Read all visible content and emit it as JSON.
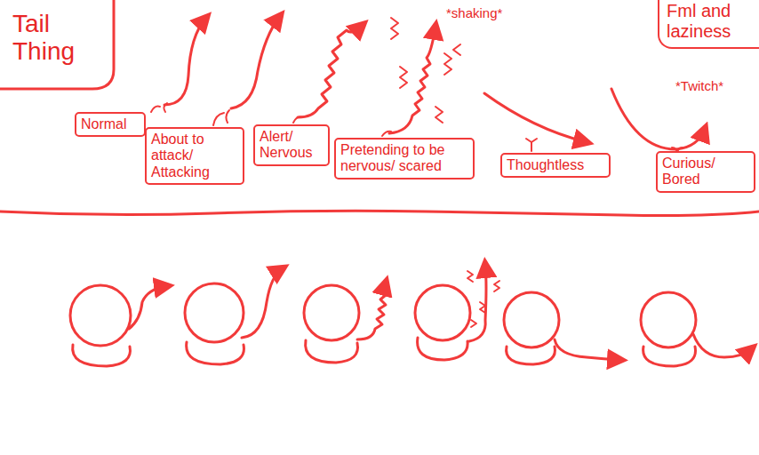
{
  "diagram": {
    "title": "Tail Thing",
    "nodes": [
      {
        "text": [
          "Fml and laziness"
        ]
      },
      {
        "text": [
          "Normal"
        ]
      },
      {
        "text": [
          "About to attack/ Attacking"
        ]
      },
      {
        "text": [
          "Alert/ Nervous"
        ]
      },
      {
        "text": [
          "Pretending to be nervous/ scared"
        ]
      },
      {
        "text": [
          "Thoughtless"
        ]
      },
      {
        "text": [
          "Curious/ Bored"
        ]
      }
    ],
    "labels": [
      "*shaking*",
      "*Twitch*"
    ]
  }
}
